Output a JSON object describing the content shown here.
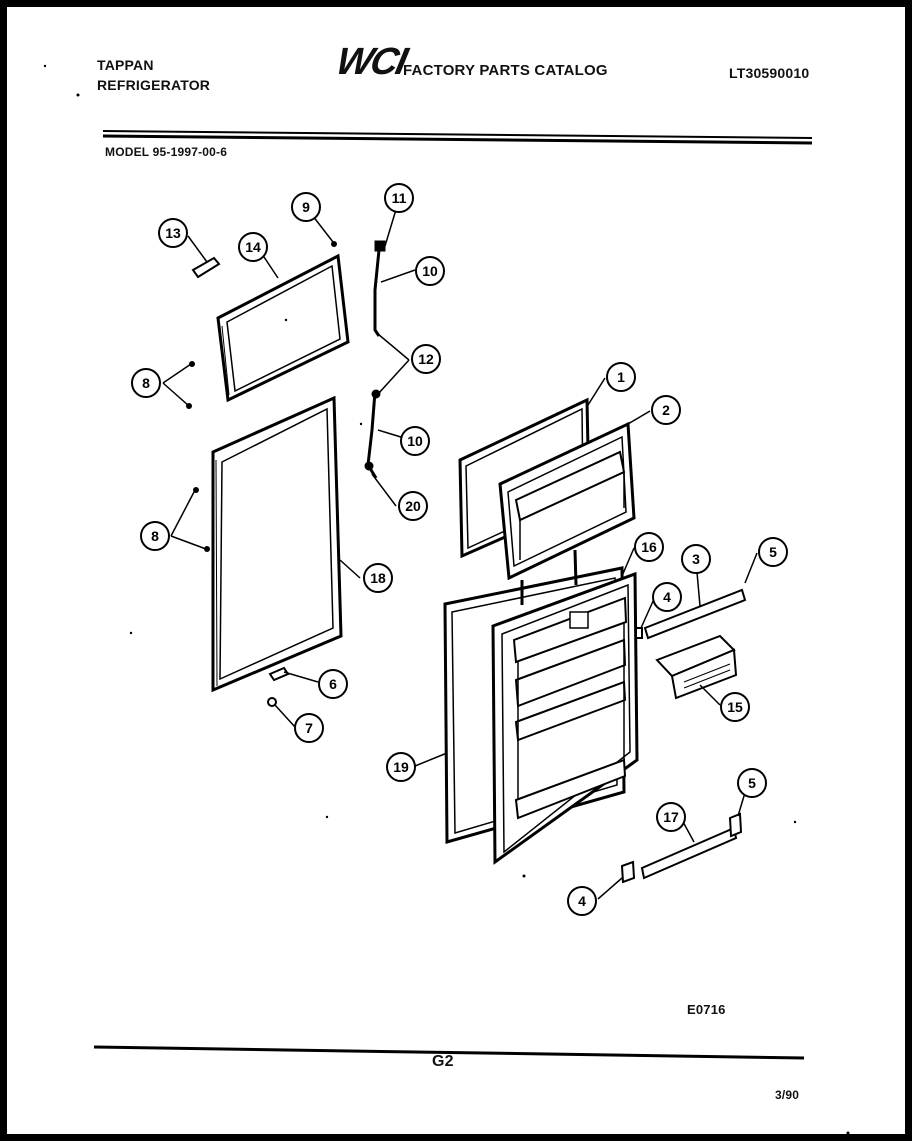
{
  "header": {
    "brand_line1": "TAPPAN",
    "brand_line2": "REFRIGERATOR",
    "logo_text": "WCI",
    "catalog_title": "FACTORY PARTS CATALOG",
    "doc_id": "LT30590010",
    "model_label": "MODEL 95-1997-00-6"
  },
  "footer": {
    "diagram_code": "E0716",
    "page": "G2",
    "date": "3/90"
  },
  "callouts": [
    "1",
    "2",
    "3",
    "4",
    "5",
    "6",
    "7",
    "8",
    "9",
    "10",
    "11",
    "12",
    "13",
    "14",
    "15",
    "16",
    "17",
    "18",
    "19",
    "20"
  ],
  "colors": {
    "ink": "#000000",
    "paper": "#ffffff",
    "border": "#000000"
  }
}
